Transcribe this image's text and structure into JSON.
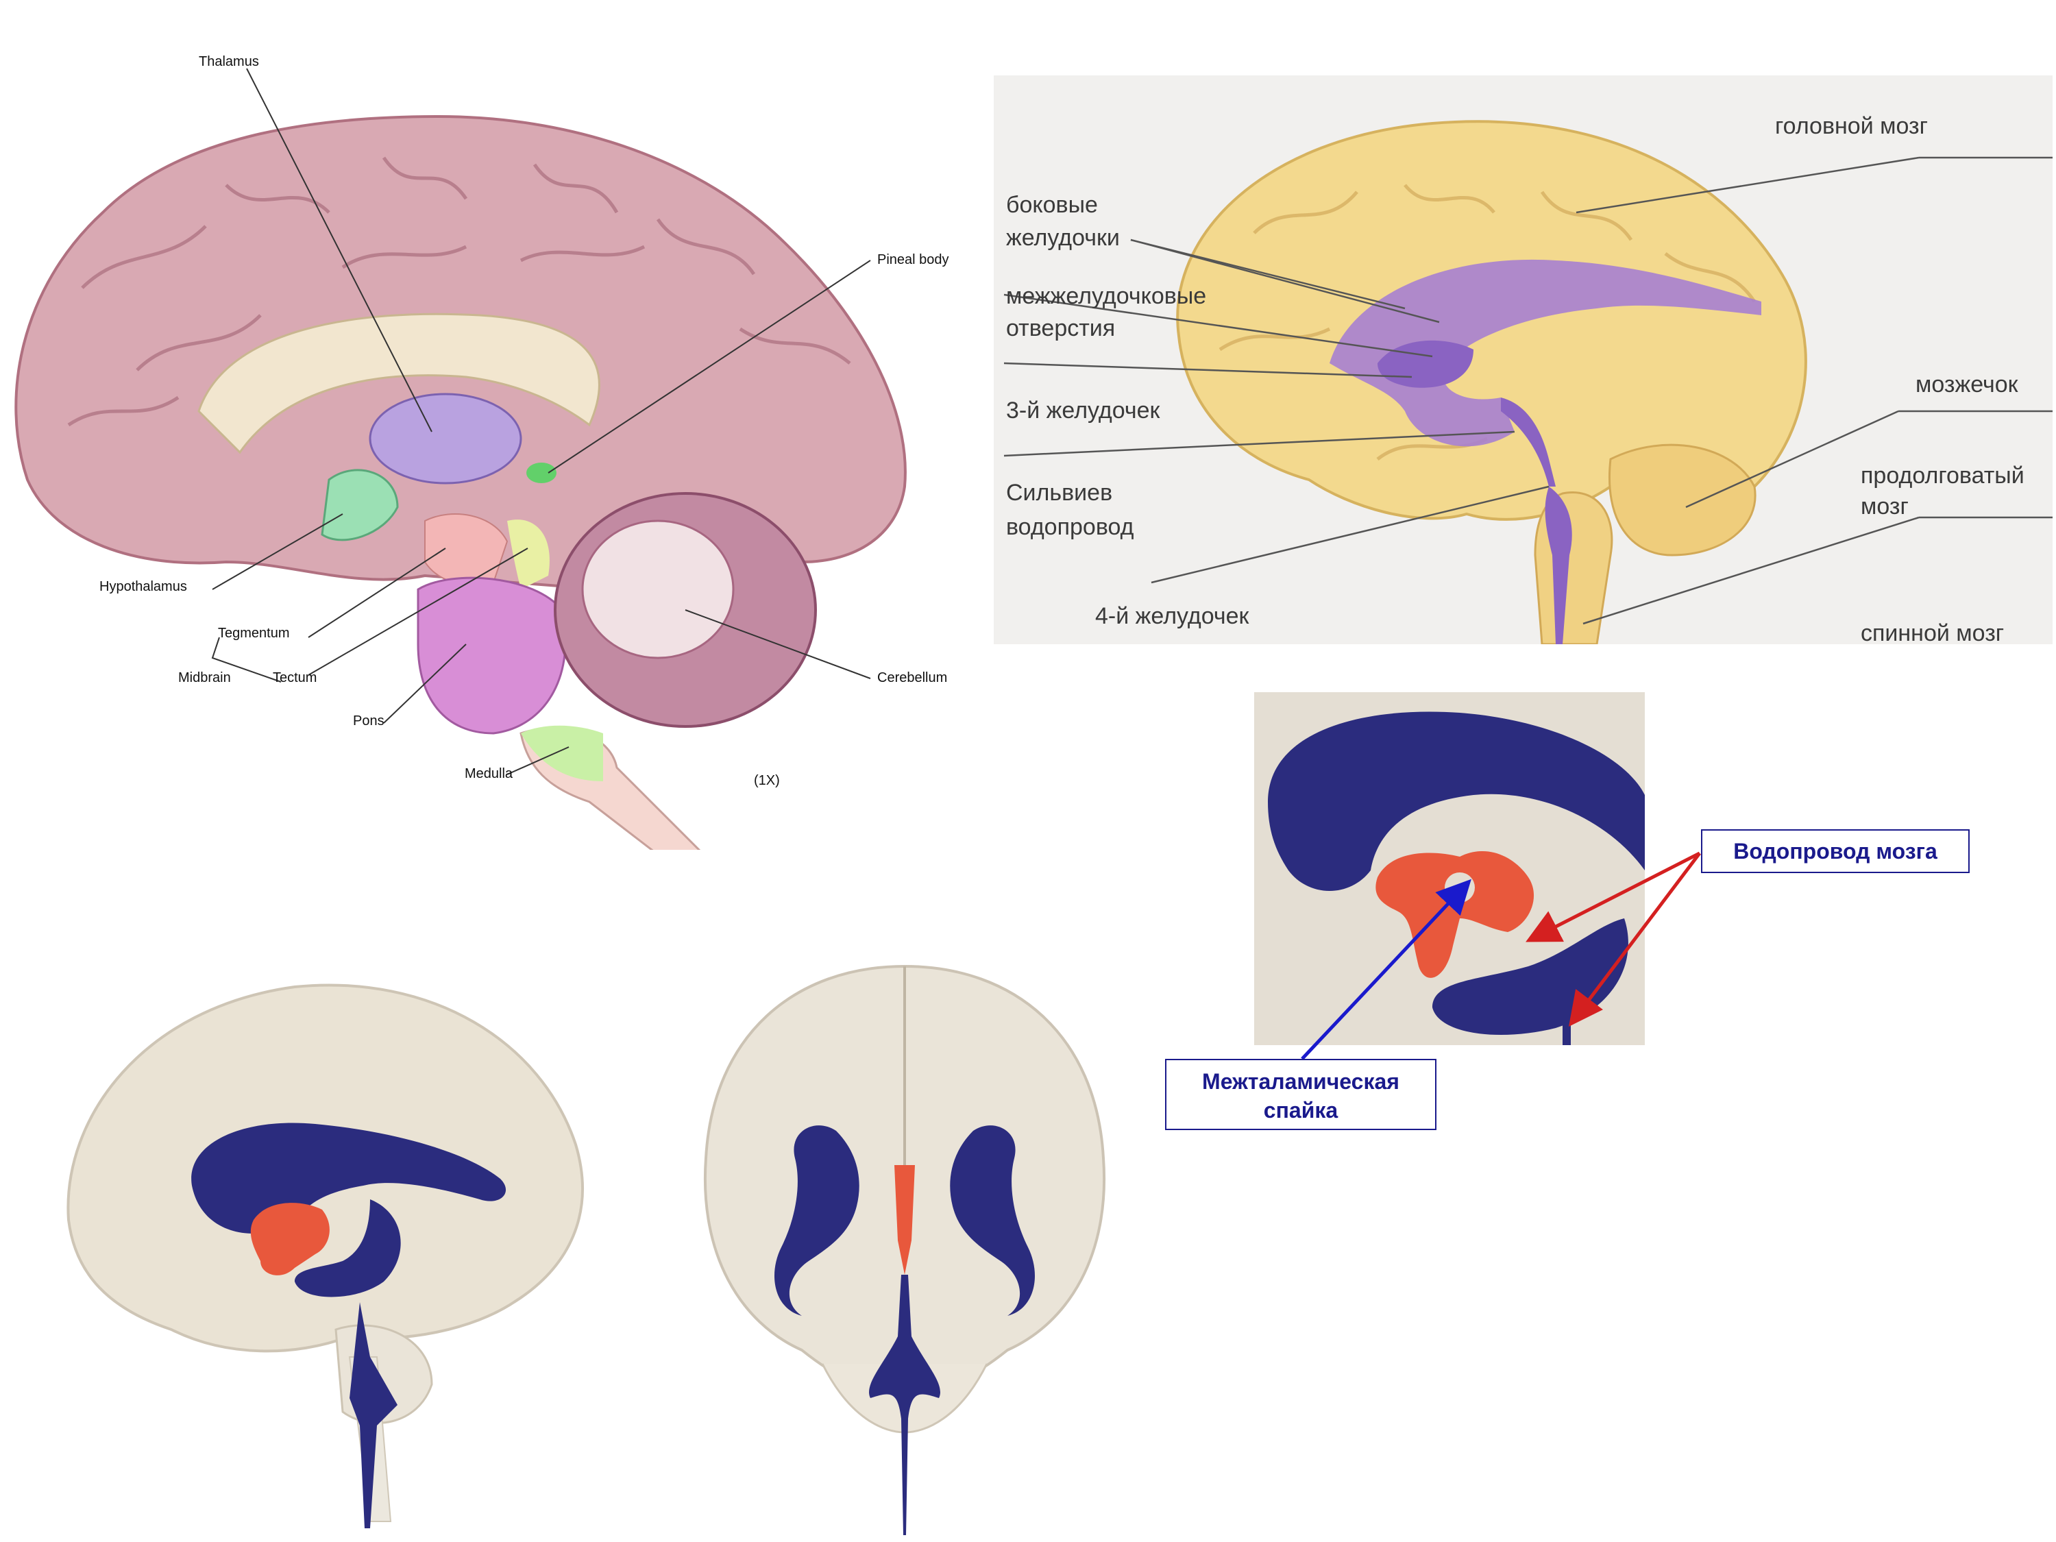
{
  "sagittal_diagram": {
    "labels": {
      "thalamus": "Thalamus",
      "pineal_body": "Pineal body",
      "hypothalamus": "Hypothalamus",
      "tegmentum": "Tegmentum",
      "midbrain": "Midbrain",
      "tectum": "Tectum",
      "cerebellum": "Cerebellum",
      "pons": "Pons",
      "medulla": "Medulla",
      "scale": "(1X)"
    }
  },
  "ventricles_diagram": {
    "labels": {
      "brain": "головной мозг",
      "lateral_ventricles_1": "боковые",
      "lateral_ventricles_2": "желудочки",
      "interventricular_1": "межжелудочковые",
      "interventricular_2": "отверстия",
      "third_ventricle": "3-й желудочек",
      "aqueduct_1": "Сильвиев",
      "aqueduct_2": "водопровод",
      "fourth_ventricle": "4-й желудочек",
      "cerebellum": "мозжечок",
      "medulla_1": "продолговатый",
      "medulla_2": "мозг",
      "spinal_cord": "спинной мозг"
    }
  },
  "detail_callouts": {
    "aqueduct": "Водопровод мозга",
    "adhesion_1": "Межталамическая",
    "adhesion_2": "спайка"
  },
  "colors": {
    "cortex": "#d9a9b3",
    "thalamus": "#b9a2e0",
    "ventricle_purple": "#a77fd0",
    "ventricle_blue": "#2b2c7e",
    "third_ventricle_red": "#e8583c",
    "yellow_brain": "#f3d98e",
    "callout_blue": "#1a1a8c",
    "arrow_red": "#d42020"
  }
}
